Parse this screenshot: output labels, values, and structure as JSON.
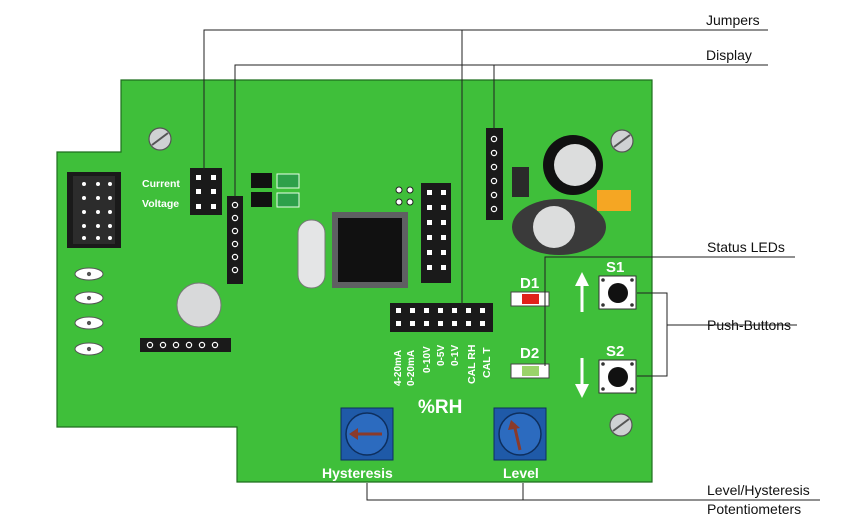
{
  "callouts": {
    "jumpers": "Jumpers",
    "display": "Display",
    "status_leds": "Status LEDs",
    "push_buttons": "Push-Buttons",
    "potentiometers_line1": "Level/Hysteresis",
    "potentiometers_line2": "Potentiometers"
  },
  "board": {
    "jumper_labels": {
      "current": "Current",
      "voltage": "Voltage"
    },
    "range_labels": [
      "4-20mA",
      "0-20mA",
      "0-10V",
      "0-5V",
      "0-1V",
      "CAL RH",
      "CAL T"
    ],
    "mode_label": "%RH",
    "leds": {
      "d1": "D1",
      "d2": "D2"
    },
    "buttons": {
      "s1": "S1",
      "s2": "S2"
    },
    "pots": {
      "hysteresis": "Hysteresis",
      "level": "Level"
    }
  },
  "colors": {
    "pcb": "#3fbf3a",
    "pcb_edge": "#1e6e1e",
    "header": "#1a1a1a",
    "pot_blue": "#1f5aa8",
    "led_red": "#e0201a",
    "led_green": "#9ad36a",
    "orange": "#f5a623"
  }
}
